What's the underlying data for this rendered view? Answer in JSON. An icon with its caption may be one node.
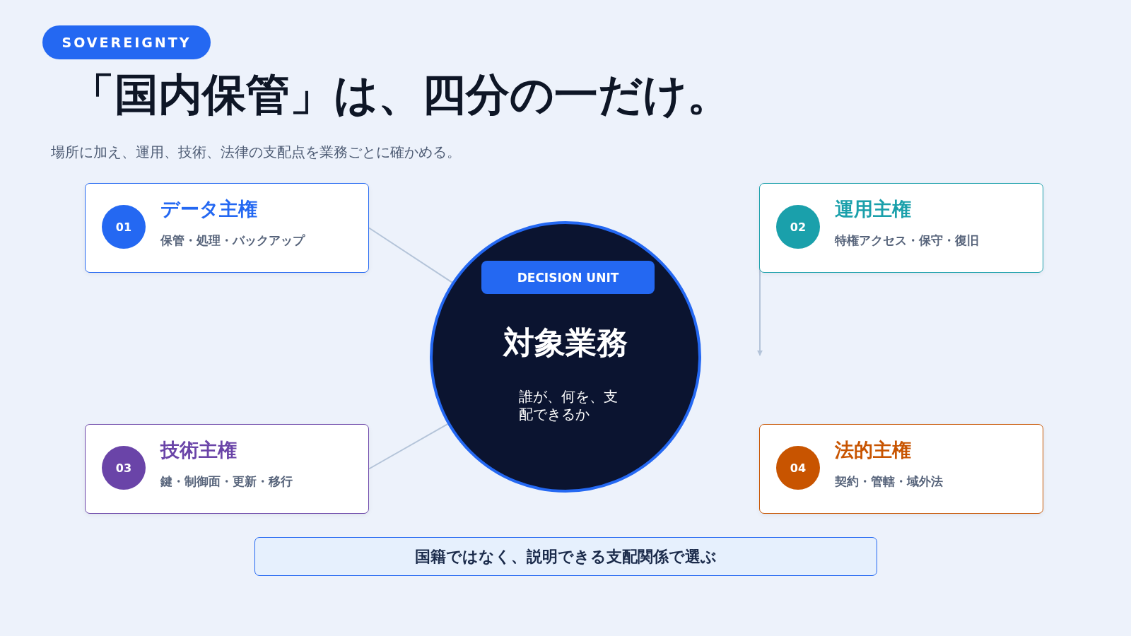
{
  "diagram": {
    "title": "「国内保管」は、四分の一だけ。",
    "nodes": [
      {
        "text": [
          "SOVEREIGNTY"
        ]
      },
      {
        "text": [
          "データ主権",
          "保管・処理・バックアップ"
        ]
      },
      {
        "text": [
          "01"
        ],
        "in": 1
      },
      {
        "text": [
          "運用主権",
          "特権アクセス・保守・復旧"
        ]
      },
      {
        "text": [
          "02"
        ],
        "in": 3
      },
      {
        "text": [
          "対象業務",
          "誰が、何を、支配できるか"
        ]
      },
      {
        "text": [
          "DECISION UNIT"
        ],
        "in": 5
      },
      {
        "text": [
          "技術主権",
          "鍵・制御面・更新・移行"
        ]
      },
      {
        "text": [
          "03"
        ],
        "in": 7
      },
      {
        "text": [
          "法的主権",
          "契約・管轄・域外法"
        ]
      },
      {
        "text": [
          "04"
        ],
        "in": 9
      },
      {
        "text": [
          "国籍ではなく、説明できる支配関係で選ぶ"
        ]
      }
    ],
    "edges": [
      {
        "from": 1,
        "to": 5,
        "arrow": "none"
      },
      {
        "from": 3,
        "to": null,
        "arrow": "to"
      },
      {
        "from": 7,
        "to": 5,
        "arrow": "none"
      }
    ],
    "labels": [
      "場所に加え、運用、技術、法律の支配点を業務ごとに確かめる。"
    ]
  }
}
